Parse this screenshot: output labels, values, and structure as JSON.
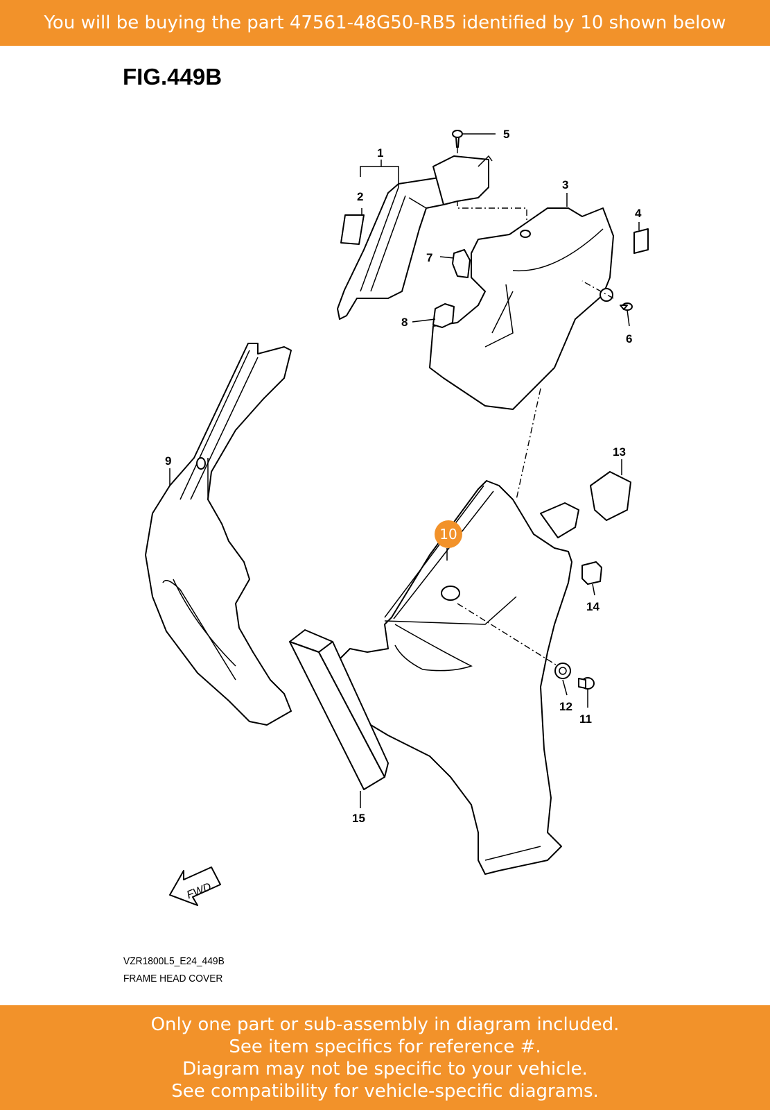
{
  "banner": {
    "text": "You will be buying the part 47561-48G50-RB5 identified by 10 shown below"
  },
  "figure": {
    "title": "FIG.449B",
    "code": "VZR1800L5_E24_449B",
    "caption": "FRAME HEAD COVER"
  },
  "callouts": {
    "c1": "1",
    "c2": "2",
    "c3": "3",
    "c4": "4",
    "c5": "5",
    "c6": "6",
    "c7": "7",
    "c8": "8",
    "c9": "9",
    "c10": "10",
    "c11": "11",
    "c12": "12",
    "c13": "13",
    "c14": "14",
    "c15": "15"
  },
  "fwd_label": "FWD",
  "highlight": {
    "part_number": "10",
    "color": "#f2922a"
  },
  "colors": {
    "banner": "#f2922a",
    "banner_text": "#ffffff"
  },
  "footer": {
    "line1": "Only one part or sub-assembly in diagram included.",
    "line2": "See item specifics for reference #.",
    "line3": "Diagram may not be specific to your vehicle.",
    "line4": "See compatibility for vehicle-specific diagrams."
  }
}
